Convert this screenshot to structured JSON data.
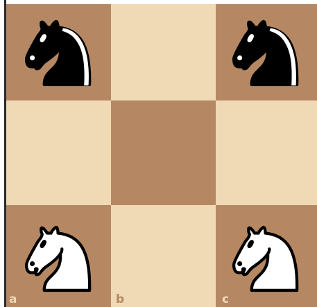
{
  "board": {
    "colors": {
      "light": "#f0d9b5",
      "dark": "#b58863"
    },
    "files": [
      "a",
      "b",
      "c"
    ],
    "squares": [
      [
        "dark",
        "light",
        "dark"
      ],
      [
        "light",
        "dark",
        "light"
      ],
      [
        "dark",
        "light",
        "dark"
      ]
    ],
    "pieces": [
      {
        "square": "a3",
        "piece": "black-knight-icon"
      },
      {
        "square": "c3",
        "piece": "black-knight-icon"
      },
      {
        "square": "a1",
        "piece": "white-knight-icon"
      },
      {
        "square": "c1",
        "piece": "white-knight-icon"
      }
    ]
  }
}
